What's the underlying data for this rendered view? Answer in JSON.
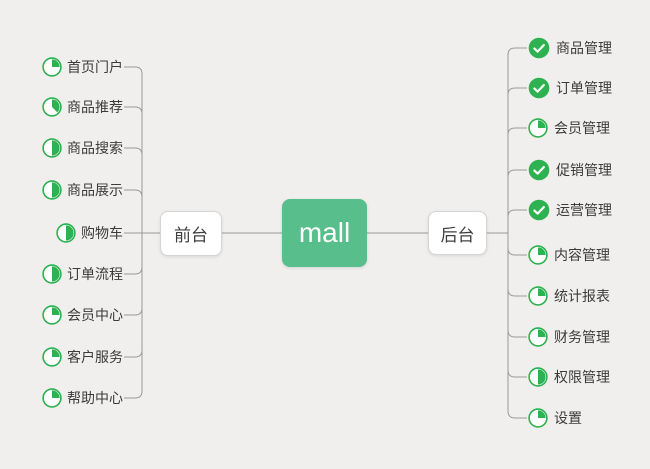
{
  "colors": {
    "background": "#f0efee",
    "icon_green": "#2eb150",
    "root_green": "#57be8c",
    "connector": "#999999",
    "label_text": "#3b3b3b",
    "node_border": "#d5d5d5"
  },
  "root": {
    "label": "mall"
  },
  "left_branch": {
    "label": "前台",
    "items": [
      {
        "label": "首页门户",
        "progress": 0.25
      },
      {
        "label": "商品推荐",
        "progress": 0.375
      },
      {
        "label": "商品搜索",
        "progress": 0.5
      },
      {
        "label": "商品展示",
        "progress": 0.5
      },
      {
        "label": "购物车",
        "progress": 0.5
      },
      {
        "label": "订单流程",
        "progress": 0.5
      },
      {
        "label": "会员中心",
        "progress": 0.25
      },
      {
        "label": "客户服务",
        "progress": 0.25
      },
      {
        "label": "帮助中心",
        "progress": 0.25
      }
    ]
  },
  "right_branch": {
    "label": "后台",
    "items": [
      {
        "label": "商品管理",
        "progress": "done"
      },
      {
        "label": "订单管理",
        "progress": "done"
      },
      {
        "label": "会员管理",
        "progress": 0.25
      },
      {
        "label": "促销管理",
        "progress": "done"
      },
      {
        "label": "运营管理",
        "progress": "done"
      },
      {
        "label": "内容管理",
        "progress": 0.25
      },
      {
        "label": "统计报表",
        "progress": 0.25
      },
      {
        "label": "财务管理",
        "progress": 0.25
      },
      {
        "label": "权限管理",
        "progress": 0.5
      },
      {
        "label": "设置",
        "progress": 0.25
      }
    ]
  }
}
